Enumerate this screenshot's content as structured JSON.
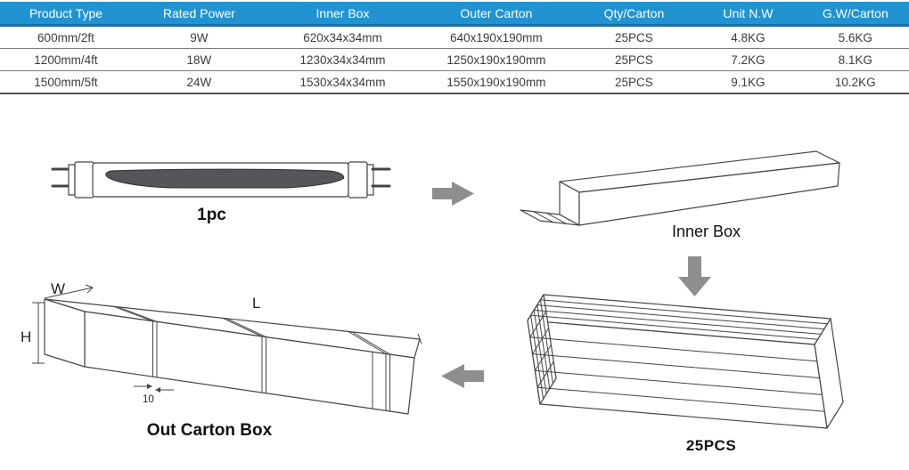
{
  "table": {
    "columns": [
      "Product Type",
      "Rated Power",
      "Inner Box",
      "Outer Carton",
      "Qty/Carton",
      "Unit N.W",
      "G.W/Carton"
    ],
    "rows": [
      [
        "600mm/2ft",
        "9W",
        "620x34x34mm",
        "640x190x190mm",
        "25PCS",
        "4.8KG",
        "5.6KG"
      ],
      [
        "1200mm/4ft",
        "18W",
        "1230x34x34mm",
        "1250x190x190mm",
        "25PCS",
        "7.2KG",
        "8.1KG"
      ],
      [
        "1500mm/5ft",
        "24W",
        "1530x34x34mm",
        "1550x190x190mm",
        "25PCS",
        "9.1KG",
        "10.2KG"
      ]
    ]
  },
  "flow": {
    "step1_label": "1pc",
    "step2_label": "Inner Box",
    "step3_label": "25PCS",
    "step4_label": "Out Carton Box"
  },
  "dimensions": {
    "width": "W",
    "length": "L",
    "height": "H",
    "strap_width": "10"
  },
  "colors": {
    "header_bg": "#2193d1",
    "header_border": "#1b6ea8",
    "line": "#454545",
    "arrow": "#8e8e8e",
    "tube_band": "#56565a"
  }
}
